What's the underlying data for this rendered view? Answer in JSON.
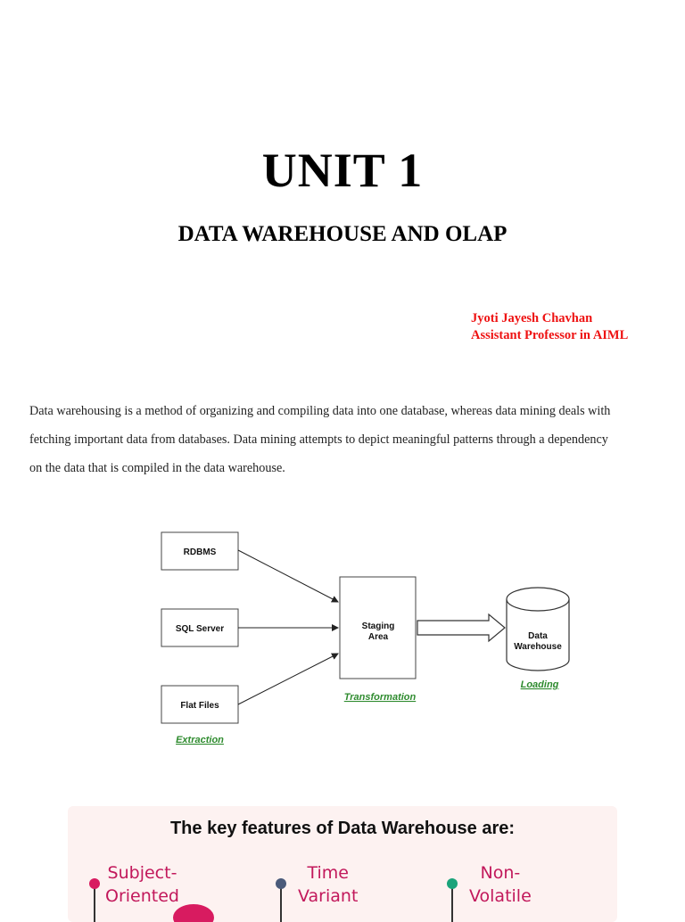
{
  "header": {
    "title": "UNIT 1",
    "subtitle": "DATA WAREHOUSE AND OLAP"
  },
  "author": {
    "name": "Jyoti Jayesh Chavhan",
    "role": "Assistant Professor in AIML"
  },
  "intro": {
    "lines": [
      "Data warehousing is a method of organizing and compiling data into one database, whereas data mining deals with",
      "fetching important data from databases. Data mining attempts to depict meaningful patterns through a dependency",
      "on the data that is compiled in the data warehouse."
    ]
  },
  "diagram": {
    "sources": [
      "RDBMS",
      "SQL Server",
      "Flat Files"
    ],
    "staging": [
      "Staging",
      "Area"
    ],
    "warehouse": [
      "Data",
      "Warehouse"
    ],
    "labels": {
      "extraction": "Extraction",
      "transformation": "Transformation",
      "loading": "Loading"
    }
  },
  "features": {
    "title": "The key features of Data Warehouse are:",
    "items": [
      {
        "lines": [
          "Subject-",
          "Oriented"
        ],
        "dot_color": "#d81b60"
      },
      {
        "lines": [
          "Time",
          "Variant"
        ],
        "dot_color": "#4a5a7a"
      },
      {
        "lines": [
          "Non-",
          "Volatile"
        ],
        "dot_color": "#1aa37a"
      }
    ]
  }
}
